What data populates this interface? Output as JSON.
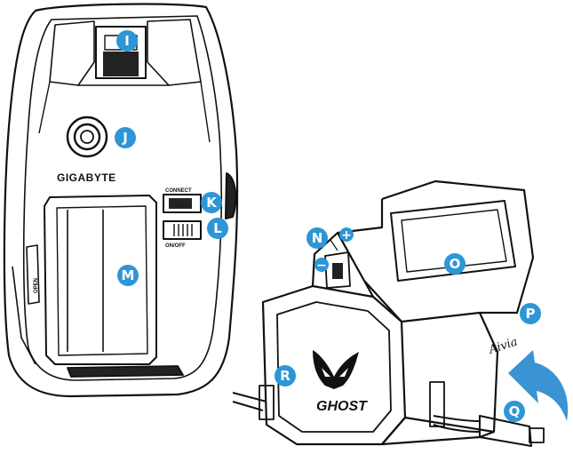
{
  "mouse": {
    "brand": "GIGABYTE",
    "connect_label": "CONNECT",
    "power_label": "ON/OFF",
    "open_label": "OPEN"
  },
  "dock": {
    "logo_text": "GHOST",
    "script_text": "Aivia",
    "plus_symbol": "+",
    "minus_symbol": "−"
  },
  "callouts": [
    {
      "id": "I",
      "letter": "I"
    },
    {
      "id": "J",
      "letter": "J"
    },
    {
      "id": "K",
      "letter": "K"
    },
    {
      "id": "L",
      "letter": "L"
    },
    {
      "id": "M",
      "letter": "M"
    },
    {
      "id": "N",
      "letter": "N"
    },
    {
      "id": "O",
      "letter": "O"
    },
    {
      "id": "P",
      "letter": "P"
    },
    {
      "id": "Q",
      "letter": "Q"
    },
    {
      "id": "R",
      "letter": "R"
    }
  ],
  "colors": {
    "callout_fill": "#2d96d6",
    "arrow_fill": "#3a93d2",
    "line": "#111111"
  }
}
